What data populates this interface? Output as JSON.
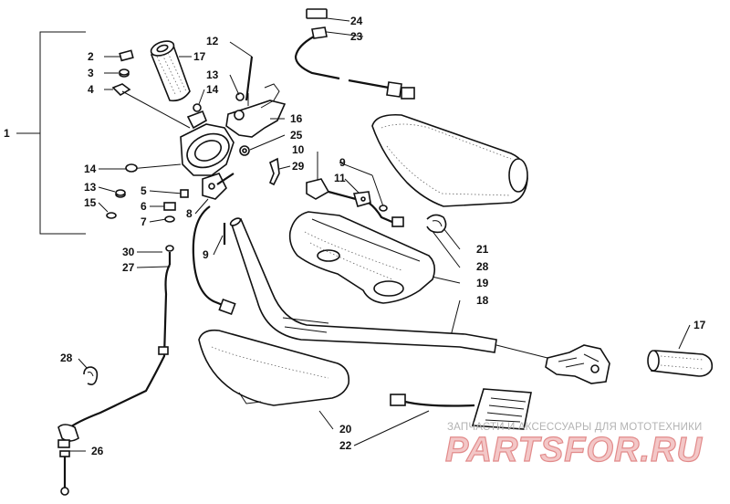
{
  "labels": {
    "p1": "1",
    "p2": "2",
    "p3": "3",
    "p4": "4",
    "p5": "5",
    "p6": "6",
    "p7": "7",
    "p8": "8",
    "p9a": "9",
    "p9b": "9",
    "p10": "10",
    "p11": "11",
    "p12": "12",
    "p13a": "13",
    "p13b": "13",
    "p14a": "14",
    "p14b": "14",
    "p15": "15",
    "p16": "16",
    "p17a": "17",
    "p17b": "17",
    "p18": "18",
    "p19": "19",
    "p20": "20",
    "p21": "21",
    "p22": "22",
    "p23": "23",
    "p24": "24",
    "p25": "25",
    "p26": "26",
    "p27": "27",
    "p28a": "28",
    "p28b": "28",
    "p29": "29",
    "p30": "30"
  },
  "watermark": {
    "tagline": "ЗАПЧАСТИ И АКСЕССУАРЫ ДЛЯ МОТОТЕХНИКИ",
    "logo": "PARTSFOR.RU"
  }
}
